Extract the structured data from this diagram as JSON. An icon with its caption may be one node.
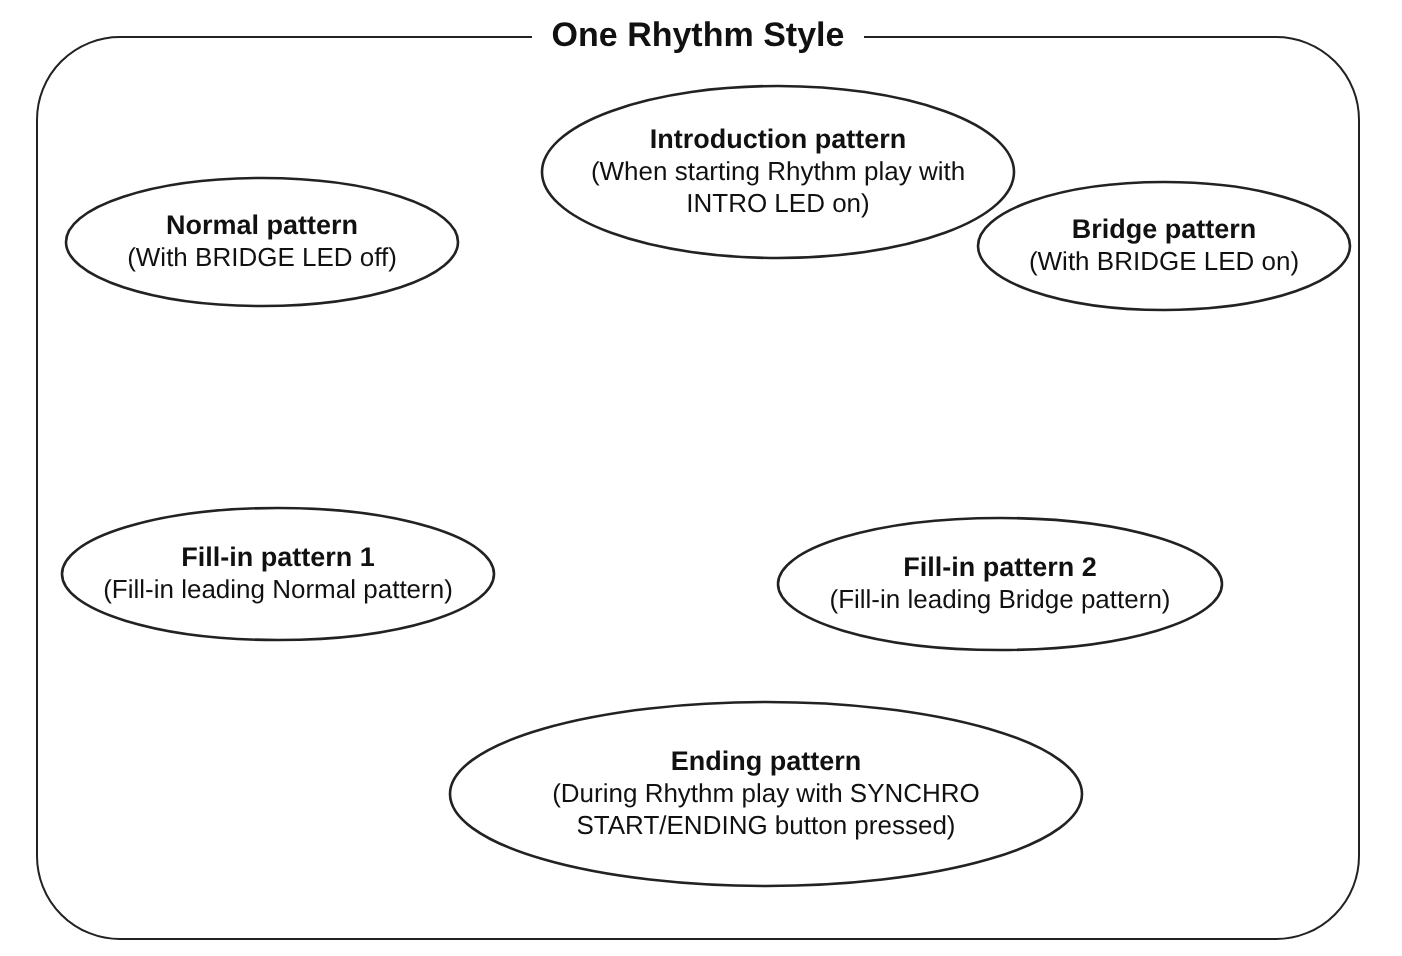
{
  "diagram": {
    "nodes": [
      {
        "text": [
          "One Rhythm Style"
        ]
      },
      {
        "text": [
          "Introduction pattern",
          "(When starting Rhythm play with INTRO LED on)"
        ],
        "in": 0
      },
      {
        "text": [
          "Normal pattern",
          "(With BRIDGE LED off)"
        ],
        "in": 0
      },
      {
        "text": [
          "Bridge pattern",
          "(With BRIDGE LED on)"
        ],
        "in": 0
      },
      {
        "text": [
          "Fill-in pattern 1",
          "(Fill-in leading Normal pattern)"
        ],
        "in": 0
      },
      {
        "text": [
          "Fill-in pattern 2",
          "(Fill-in leading Bridge pattern)"
        ],
        "in": 0
      },
      {
        "text": [
          "Ending pattern",
          "(During Rhythm play with SYNCHRO START/ENDING button pressed)"
        ],
        "in": 0
      }
    ],
    "edges": []
  }
}
